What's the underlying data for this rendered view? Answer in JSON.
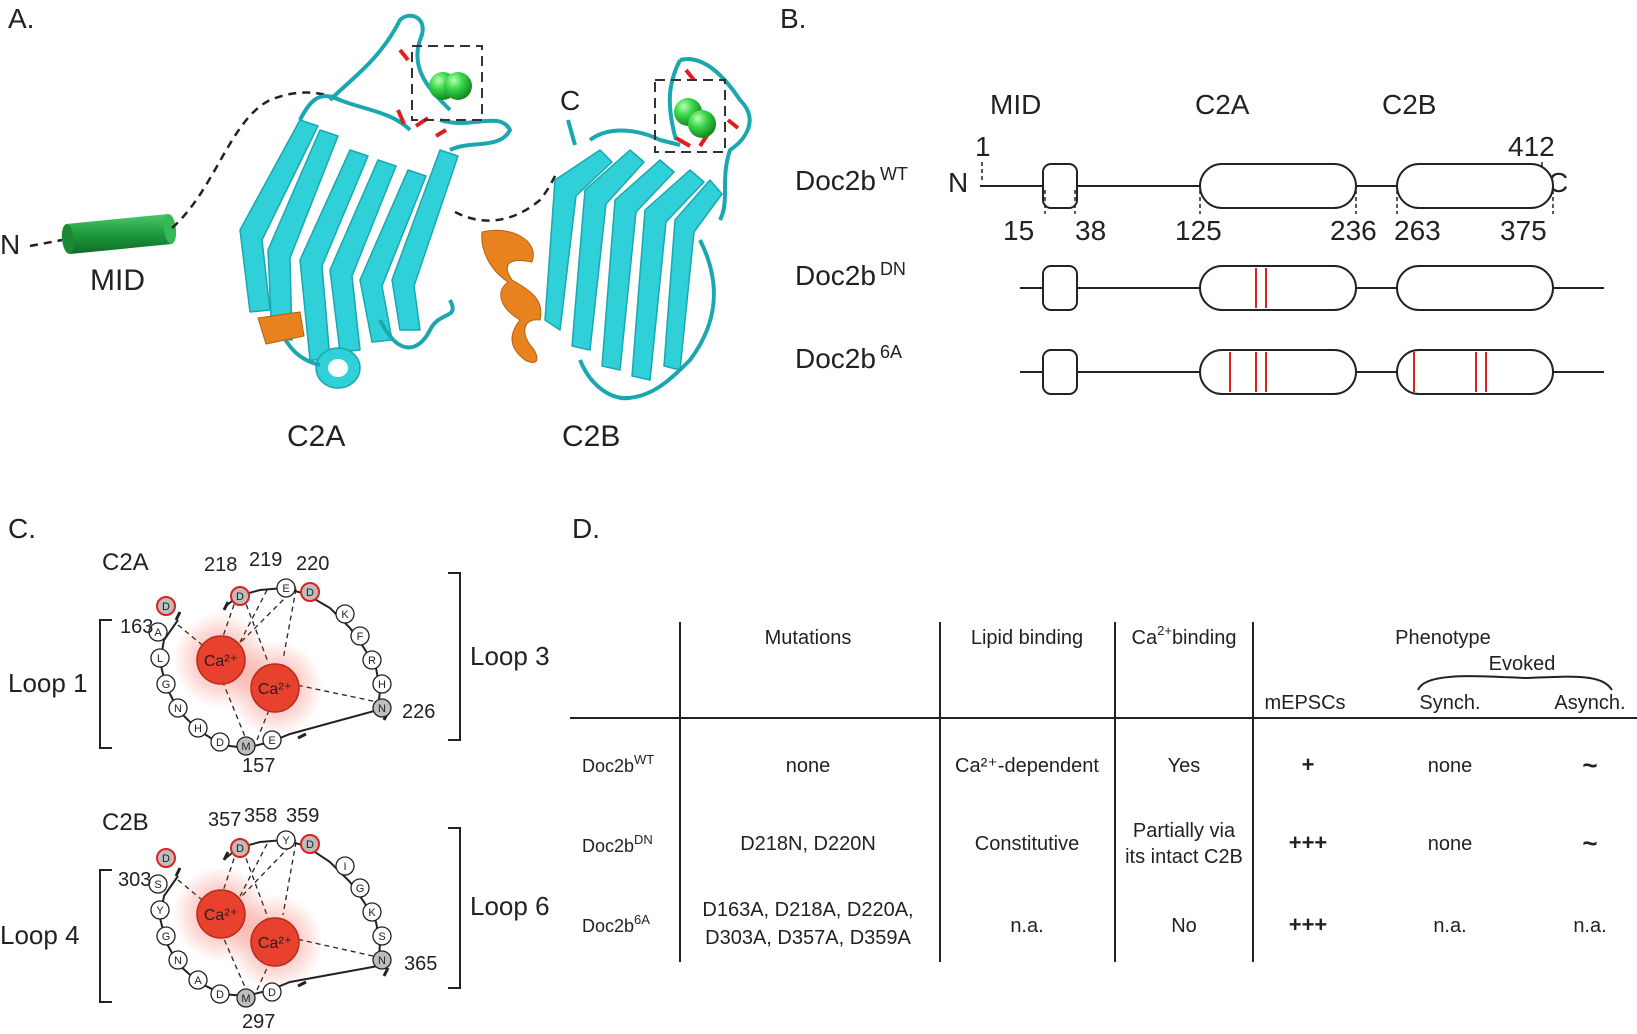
{
  "panels": {
    "a": {
      "letter": "A.",
      "n_label": "N",
      "c_label": "C",
      "mid_label": "MID",
      "c2a_label": "C2A",
      "c2b_label": "C2B"
    },
    "b": {
      "letter": "B.",
      "domain_labels": [
        "MID",
        "C2A",
        "C2B"
      ],
      "constructs": [
        {
          "base": "Doc2b",
          "sup": "WT"
        },
        {
          "base": "Doc2b",
          "sup": "DN"
        },
        {
          "base": "Doc2b",
          "sup": "6A"
        }
      ],
      "n_term": "N",
      "c_term": "C",
      "start_pos": "1",
      "end_pos": "412",
      "positions": [
        "15",
        "38",
        "125",
        "236",
        "263",
        "375"
      ]
    },
    "c": {
      "letter": "C.",
      "c2a": {
        "title": "C2A",
        "loop_left": "Loop 1",
        "loop_right": "Loop 3",
        "numbers": {
          "n163": "163",
          "n218": "218",
          "n219": "219",
          "n220": "220",
          "n226": "226",
          "n157": "157"
        },
        "residues": [
          "D",
          "A",
          "L",
          "G",
          "N",
          "H",
          "D",
          "M",
          "E",
          "N",
          "H",
          "R",
          "F",
          "K",
          "D",
          "E",
          "D"
        ],
        "ion": "Ca²⁺"
      },
      "c2b": {
        "title": "C2B",
        "loop_left": "Loop 4",
        "loop_right": "Loop 6",
        "numbers": {
          "n303": "303",
          "n357": "357",
          "n358": "358",
          "n359": "359",
          "n365": "365",
          "n297": "297"
        },
        "residues": [
          "D",
          "S",
          "Y",
          "G",
          "N",
          "A",
          "D",
          "M",
          "D",
          "N",
          "S",
          "K",
          "G",
          "I",
          "D",
          "Y",
          "D"
        ],
        "ion": "Ca²⁺"
      }
    },
    "d": {
      "letter": "D.",
      "headers": {
        "mutations": "Mutations",
        "lipid": "Lipid binding",
        "ca_pre": "Ca",
        "ca_sup": "2+",
        "ca_post": "binding",
        "phenotype": "Phenotype",
        "evoked": "Evoked",
        "mepscs": "mEPSCs",
        "synch": "Synch.",
        "asynch": "Asynch."
      },
      "rows": [
        {
          "base": "Doc2b",
          "sup": "WT",
          "mutations": [
            "none"
          ],
          "lipid": "Ca²⁺-dependent",
          "ca_binding": [
            "Yes"
          ],
          "mepscs": "+",
          "synch": "none",
          "asynch": "~"
        },
        {
          "base": "Doc2b",
          "sup": "DN",
          "mutations": [
            "D218N, D220N"
          ],
          "lipid": "Constitutive",
          "ca_binding": [
            "Partially via",
            "its intact C2B"
          ],
          "mepscs": "+++",
          "synch": "none",
          "asynch": "~"
        },
        {
          "base": "Doc2b",
          "sup": "6A",
          "mutations": [
            "D163A, D218A, D220A,",
            "D303A, D357A, D359A"
          ],
          "lipid": "n.a.",
          "ca_binding": [
            "No"
          ],
          "mepscs": "+++",
          "synch": "n.a.",
          "asynch": "n.a."
        }
      ]
    }
  },
  "colors": {
    "cyan": "#2fd0d8",
    "cyan_dark": "#1aa7b0",
    "orange": "#e8821e",
    "red": "#e02020",
    "green": "#2db84a",
    "mid_green": "#1f9a3c",
    "calcium": "#e8412e"
  }
}
